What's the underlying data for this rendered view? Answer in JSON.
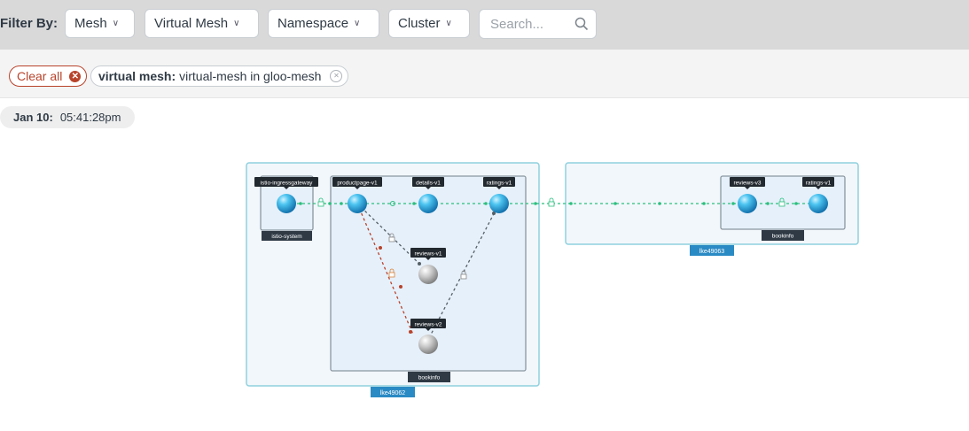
{
  "filter_bar": {
    "label": "Filter By:",
    "filters": [
      "Mesh",
      "Virtual Mesh",
      "Namespace",
      "Cluster"
    ],
    "search_placeholder": "Search..."
  },
  "active_filters": {
    "clear_label": "Clear all",
    "chip_key": "virtual mesh:",
    "chip_value": "virtual-mesh in gloo-mesh"
  },
  "timestamp": {
    "date": "Jan 10:",
    "time": "05:41:28pm"
  },
  "graph": {
    "clusters": [
      "lke49062",
      "lke49063"
    ],
    "namespaces": [
      "istio-system",
      "bookinfo",
      "bookinfo"
    ],
    "nodes": [
      "istio-ingressgateway",
      "productpage-v1",
      "details-v1",
      "ratings-v1",
      "reviews-v1",
      "reviews-v2",
      "reviews-v3",
      "ratings-v1"
    ],
    "colors": {
      "healthy_edge": "#2bbf7e",
      "error_edge": "#b8432b",
      "neutral_edge": "#555f66",
      "cluster_border": "#8fd0de",
      "label_dark": "#2f3a45",
      "label_blue": "#2a8ac4"
    }
  }
}
